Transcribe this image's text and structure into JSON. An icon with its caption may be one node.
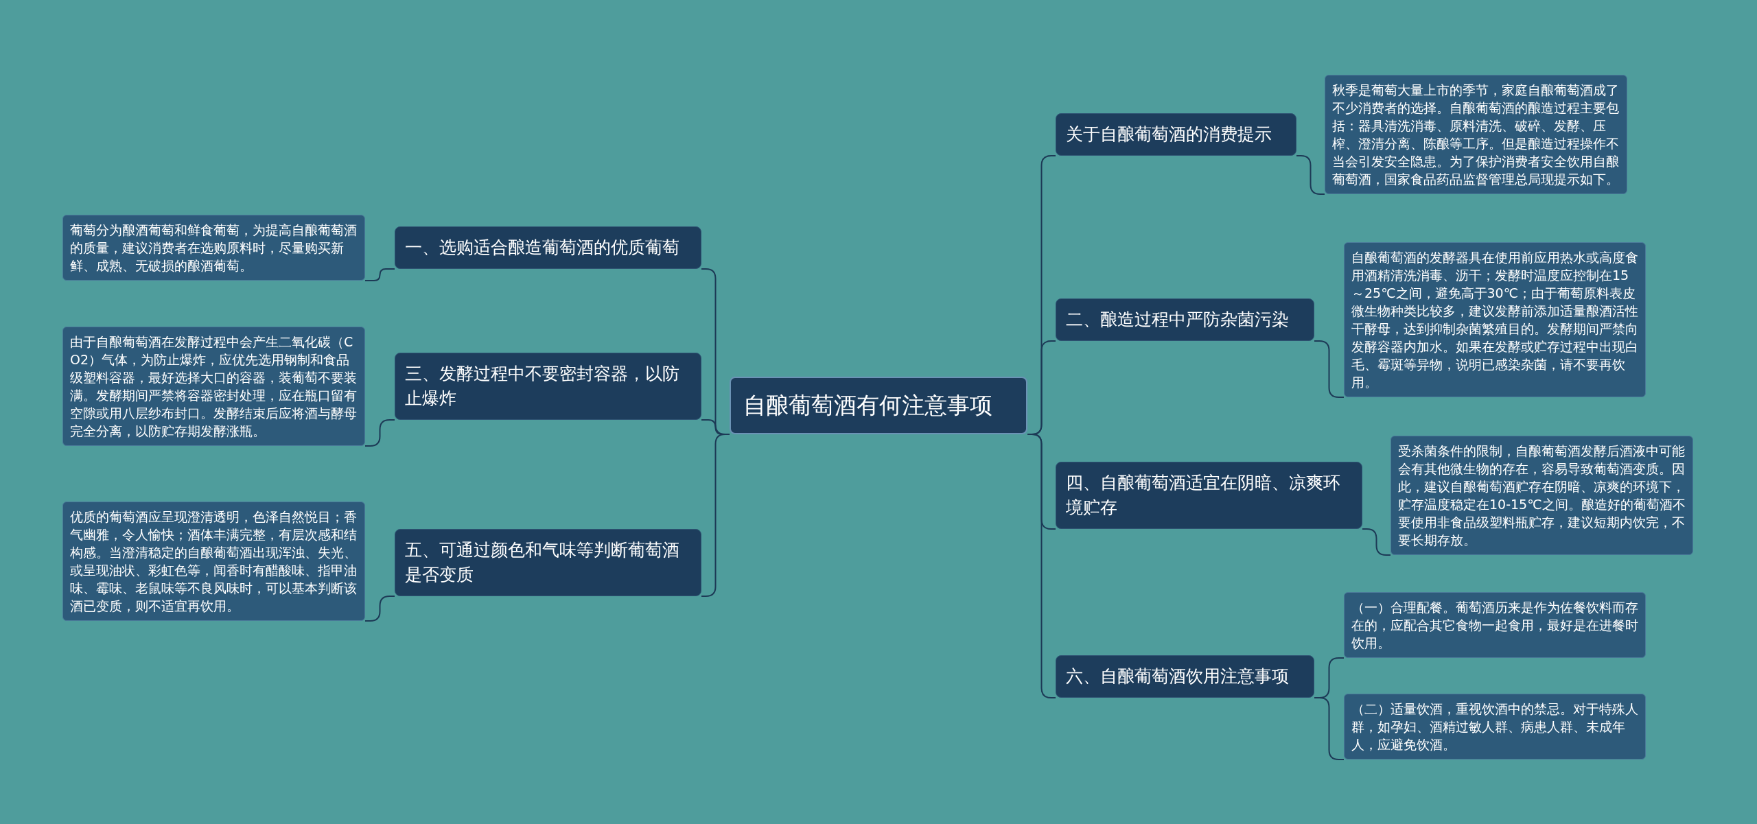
{
  "diagram": {
    "nodes": [
      {
        "text": [
          "自酿葡萄酒有何注意事项"
        ]
      },
      {
        "text": [
          "一、选购适合酿造葡萄酒的优质葡萄"
        ]
      },
      {
        "text": [
          "葡萄分为酿酒葡萄和鲜食葡萄，为提高自酿葡萄酒的质量，建议消费者在选购原料时，尽量购买新鲜、成熟、无破损的酿酒葡萄。"
        ]
      },
      {
        "text": [
          "三、发酵过程中不要密封容器，以防止爆炸"
        ]
      },
      {
        "text": [
          "由于自酿葡萄酒在发酵过程中会产生二氧化碳（CO2）气体，为防止爆炸，应优先选用钢制和食品级塑料容器，最好选择大口的容器，装葡萄不要装满。发酵期间严禁将容器密封处理，应在瓶口留有空隙或用八层纱布封口。发酵结束后应将酒与酵母完全分离，以防贮存期发酵涨瓶。"
        ]
      },
      {
        "text": [
          "五、可通过颜色和气味等判断葡萄酒是否变质"
        ]
      },
      {
        "text": [
          "优质的葡萄酒应呈现澄清透明，色泽自然悦目；香气幽雅，令人愉快；酒体丰满完整，有层次感和结构感。当澄清稳定的自酿葡萄酒出现浑浊、失光、或呈现油状、彩虹色等，闻香时有醋酸味、指甲油味、霉味、老鼠味等不良风味时，可以基本判断该酒已变质，则不适宜再饮用。"
        ]
      },
      {
        "text": [
          "关于自酿葡萄酒的消费提示"
        ]
      },
      {
        "text": [
          "秋季是葡萄大量上市的季节，家庭自酿葡萄酒成了不少消费者的选择。自酿葡萄酒的酿造过程主要包括：器具清洗消毒、原料清洗、破碎、发酵、压榨、澄清分离、陈酿等工序。但是酿造过程操作不当会引发安全隐患。为了保护消费者安全饮用自酿葡萄酒，国家食品药品监督管理总局现提示如下。"
        ]
      },
      {
        "text": [
          "二、酿造过程中严防杂菌污染"
        ]
      },
      {
        "text": [
          "自酿葡萄酒的发酵器具在使用前应用热水或高度食用酒精清洗消毒、沥干；发酵时温度应控制在15～25℃之间，避免高于30℃；由于葡萄原料表皮微生物种类比较多，建议发酵前添加适量酿酒活性干酵母，达到抑制杂菌繁殖目的。发酵期间严禁向发酵容器内加水。如果在发酵或贮存过程中出现白毛、霉斑等异物，说明已感染杂菌，请不要再饮用。"
        ]
      },
      {
        "text": [
          "四、自酿葡萄酒适宜在阴暗、凉爽环境贮存"
        ]
      },
      {
        "text": [
          "受杀菌条件的限制，自酿葡萄酒发酵后酒液中可能会有其他微生物的存在，容易导致葡萄酒变质。因此，建议自酿葡萄酒贮存在阴暗、凉爽的环境下，贮存温度稳定在10-15℃之间。酿造好的葡萄酒不要使用非食品级塑料瓶贮存，建议短期内饮完，不要长期存放。"
        ]
      },
      {
        "text": [
          "六、自酿葡萄酒饮用注意事项"
        ]
      },
      {
        "text": [
          "（一）合理配餐。葡萄酒历来是作为佐餐饮料而存在的，应配合其它食物一起食用，最好是在进餐时饮用。"
        ]
      },
      {
        "text": [
          "（二）适量饮酒，重视饮酒中的禁忌。对于特殊人群，如孕妇、酒精过敏人群、病患人群、未成年人，应避免饮酒。"
        ]
      }
    ],
    "edges": [
      {
        "from": 0,
        "to": 1,
        "arrow": "none"
      },
      {
        "from": 1,
        "to": 2,
        "arrow": "none"
      },
      {
        "from": 0,
        "to": 3,
        "arrow": "none"
      },
      {
        "from": 3,
        "to": 4,
        "arrow": "none"
      },
      {
        "from": 0,
        "to": 5,
        "arrow": "none"
      },
      {
        "from": 5,
        "to": 6,
        "arrow": "none"
      },
      {
        "from": 0,
        "to": 7,
        "arrow": "none"
      },
      {
        "from": 7,
        "to": 8,
        "arrow": "none"
      },
      {
        "from": 0,
        "to": 9,
        "arrow": "none"
      },
      {
        "from": 9,
        "to": 10,
        "arrow": "none"
      },
      {
        "from": 0,
        "to": 11,
        "arrow": "none"
      },
      {
        "from": 11,
        "to": 12,
        "arrow": "none"
      },
      {
        "from": 0,
        "to": 13,
        "arrow": "none"
      },
      {
        "from": 13,
        "to": 14,
        "arrow": "none"
      },
      {
        "from": 13,
        "to": 15,
        "arrow": "none"
      }
    ]
  }
}
